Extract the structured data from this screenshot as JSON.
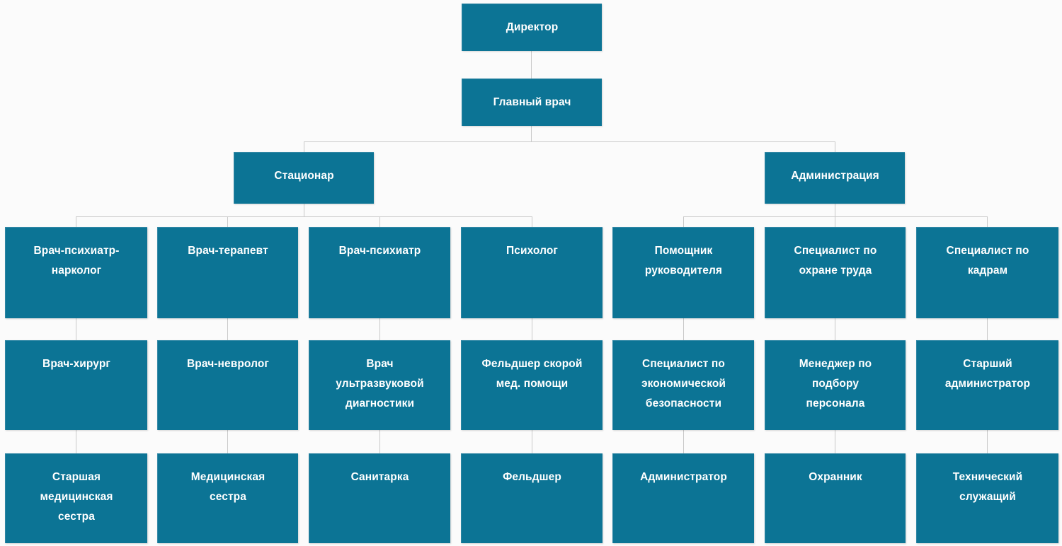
{
  "chart_data": {
    "type": "diagram",
    "title": "",
    "orientation": "top-down",
    "theme": {
      "node_fill": "#0c7495",
      "node_text": "#ffffff",
      "connector": "#c9c9c9",
      "background": "#fbfbfb"
    },
    "levels": [
      {
        "level": 1,
        "labels": [
          "Директор"
        ]
      },
      {
        "level": 2,
        "labels": [
          "Главный врач"
        ]
      },
      {
        "level": 3,
        "labels": [
          "Стационар",
          "Администрация"
        ]
      },
      {
        "level": 4,
        "labels": [
          "Врач-психиатр-нарколог",
          "Врач-терапевт",
          "Врач-психиатр",
          "Психолог",
          "Помощник руководителя",
          "Специалист по охране труда",
          "Специалист по кадрам"
        ]
      },
      {
        "level": 5,
        "labels": [
          "Врач-хирург",
          "Врач-невролог",
          "Врач ультразвуковой диагностики",
          "Фельдшер скорой мед. помощи",
          "Специалист по экономической безопасности",
          "Менеджер по подбору персонала",
          "Старший администратор"
        ]
      },
      {
        "level": 6,
        "labels": [
          "Старшая медицинская сестра",
          "Медицинская сестра",
          "Санитарка",
          "Фельдшер",
          "Администратор",
          "Охранник",
          "Технический служащий"
        ]
      }
    ]
  },
  "nodes": {
    "director": "Директор",
    "chief_doctor": "Главный врач",
    "hospital": "Стационар",
    "administration": "Администрация",
    "r3c1": "Врач-психиатр-\nнарколог",
    "r3c2": "Врач-терапевт",
    "r3c3": "Врач-психиатр",
    "r3c4": "Психолог",
    "r3c5": "Помощник\nруководителя",
    "r3c6": "Специалист по\nохране труда",
    "r3c7": "Специалист по\nкадрам",
    "r4c1": "Врач-хирург",
    "r4c2": "Врач-невролог",
    "r4c3": "Врач\nультразвуковой\nдиагностики",
    "r4c4": "Фельдшер скорой\nмед. помощи",
    "r4c5": "Специалист по\nэкономической\nбезопасности",
    "r4c6": "Менеджер по\nподбору\nперсонала",
    "r4c7": "Старший\nадминистратор",
    "r5c1": "Старшая\nмедицинская\nсестра",
    "r5c2": "Медицинская\nсестра",
    "r5c3": "Санитарка",
    "r5c4": "Фельдшер",
    "r5c5": "Администратор",
    "r5c6": "Охранник",
    "r5c7": "Технический\nслужащий"
  }
}
